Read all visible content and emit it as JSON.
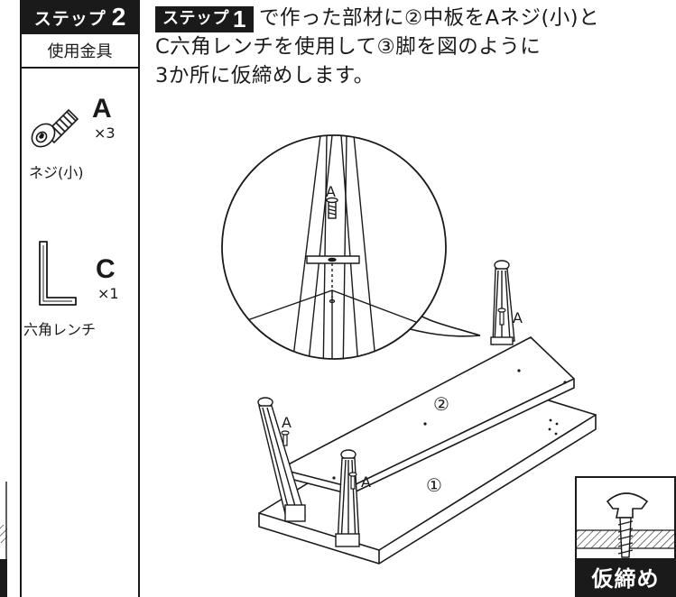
{
  "step_box": {
    "word": "ステップ",
    "number": "2",
    "hardware_title": "使用金具"
  },
  "parts": [
    {
      "letter": "A",
      "qty": "×3",
      "name": "ネジ(小)",
      "icon": "screw-icon"
    },
    {
      "letter": "C",
      "qty": "×1",
      "name": "六角レンチ",
      "icon": "hex-wrench-icon"
    }
  ],
  "instruction": {
    "badge_word": "ステップ",
    "badge_number": "1",
    "line1": "で作った部材に②中板をAネジ(小)と",
    "line2": "C六角レンチを使用して③脚を図のように",
    "line3": "3か所に仮締めします。"
  },
  "diagram": {
    "label_a": "A",
    "panel_2": "②",
    "panel_1": "①"
  },
  "temporary_tightening": {
    "label": "仮締め"
  },
  "colors": {
    "ink": "#1a1a1a",
    "paper": "#ffffff"
  }
}
